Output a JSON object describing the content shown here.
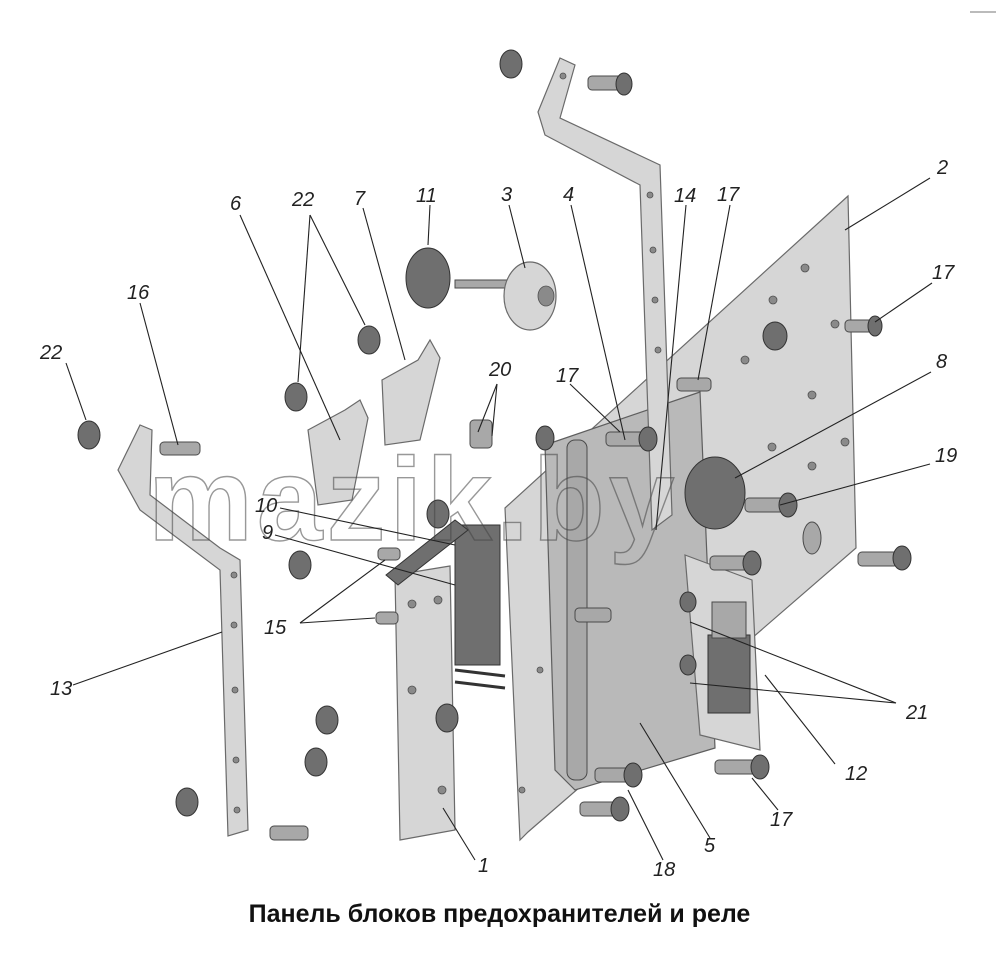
{
  "caption": "Панель блоков предохранителей и реле",
  "watermark": "mazik.by",
  "callouts": {
    "c1": "1",
    "c2": "2",
    "c3": "3",
    "c4": "4",
    "c5": "5",
    "c6": "6",
    "c7": "7",
    "c8": "8",
    "c9": "9",
    "c10": "10",
    "c11": "11",
    "c12": "12",
    "c13": "13",
    "c14": "14",
    "c15": "15",
    "c16": "16",
    "c17a": "17",
    "c17b": "17",
    "c17c": "17",
    "c17d": "17",
    "c18": "18",
    "c19": "19",
    "c20": "20",
    "c21": "21",
    "c22a": "22",
    "c22b": "22"
  }
}
